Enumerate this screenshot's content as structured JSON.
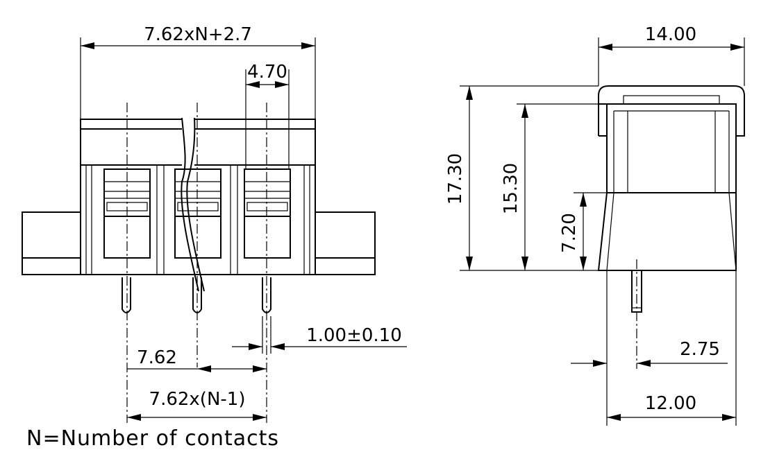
{
  "front_view": {
    "dimensions": {
      "overall_width": "7.62xN+2.7",
      "opening_width": "4.70",
      "pin_diameter": "1.00±0.10",
      "pitch": "7.62",
      "pitch_span": "7.62x(N-1)"
    },
    "note": "N=Number  of  contacts"
  },
  "side_view": {
    "dimensions": {
      "top_width": "14.00",
      "total_height": "17.30",
      "body_height": "15.30",
      "lower_height": "7.20",
      "pin_offset": "2.75",
      "base_width": "12.00"
    }
  }
}
